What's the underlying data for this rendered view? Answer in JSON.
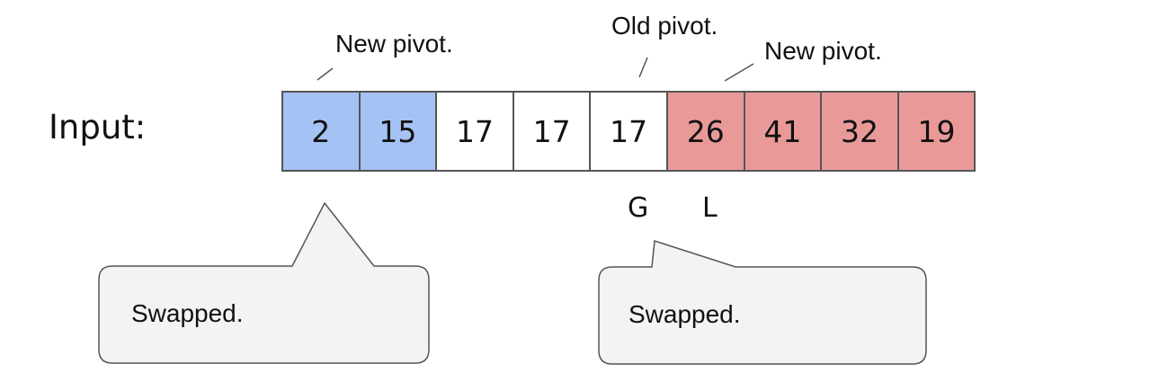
{
  "input_label": "Input:",
  "cells": [
    {
      "value": "2",
      "color": "#a4c2f4"
    },
    {
      "value": "15",
      "color": "#a4c2f4"
    },
    {
      "value": "17",
      "color": "#ffffff"
    },
    {
      "value": "17",
      "color": "#ffffff"
    },
    {
      "value": "17",
      "color": "#ffffff"
    },
    {
      "value": "26",
      "color": "#ea9999"
    },
    {
      "value": "41",
      "color": "#ea9999"
    },
    {
      "value": "32",
      "color": "#ea9999"
    },
    {
      "value": "19",
      "color": "#ea9999"
    }
  ],
  "annotations": {
    "new_pivot_left": "New pivot.",
    "old_pivot": "Old pivot.",
    "new_pivot_right": "New pivot."
  },
  "markers": {
    "g": "G",
    "l": "L"
  },
  "callouts": {
    "left": "Swapped.",
    "right": "Swapped."
  },
  "colors": {
    "less_than_pivot": "#a4c2f4",
    "equal_to_pivot": "#ffffff",
    "greater_than_pivot": "#ea9999",
    "callout_fill": "#f3f3f3"
  }
}
